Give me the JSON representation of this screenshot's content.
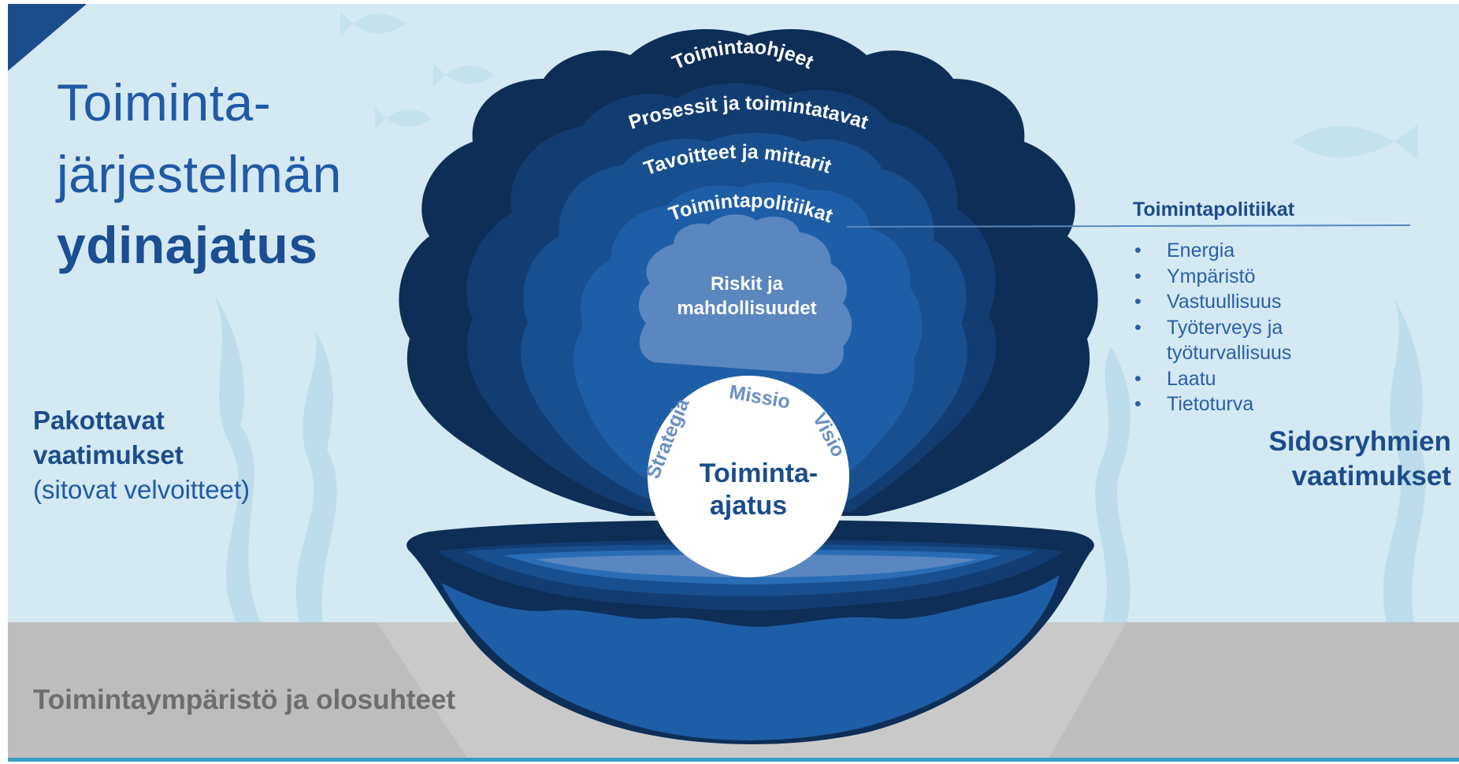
{
  "title": {
    "line1": "Toiminta-",
    "line2": "järjestelmän",
    "line3": "ydinajatus"
  },
  "shell_layers": {
    "outer": "Toimintaohjeet",
    "second": "Prosessit ja toimintatavat",
    "third": "Tavoitteet ja mittarit",
    "fourth": "Toimintapolitiikat",
    "core_line1": "Riskit ja",
    "core_line2": "mahdollisuudet"
  },
  "pearl": {
    "center_line1": "Toiminta-",
    "center_line2": "ajatus",
    "arc_left": "Strategia",
    "arc_top": "Missio",
    "arc_right": "Visio"
  },
  "left_label": {
    "bold_line1": "Pakottavat",
    "bold_line2": "vaatimukset",
    "sub": "(sitovat velvoitteet)"
  },
  "right_panel": {
    "heading": "Toimintapolitiikat",
    "items": [
      "Energia",
      "Ympäristö",
      "Vastuullisuus",
      "Työterveys ja työturvallisuus",
      "Laatu",
      "Tietoturva"
    ]
  },
  "right_label": {
    "line1": "Sidosryhmien",
    "line2": "vaatimukset"
  },
  "bottom_label": "Toimintaympäristö ja olosuhteet",
  "colors": {
    "sky_background": "#d4e9f2",
    "ground": "#c6c6c6",
    "shell_outer": "#0d2e57",
    "shell_layer2": "#123d72",
    "shell_layer3": "#184f8f",
    "shell_layer4": "#1e5ea6",
    "shell_core": "#5a87c0",
    "title_blue": "#1f5aa6",
    "accent_corner": "#1b4d8c",
    "pearl": "#ffffff",
    "pearl_arc_text": "#6b8fc4"
  }
}
